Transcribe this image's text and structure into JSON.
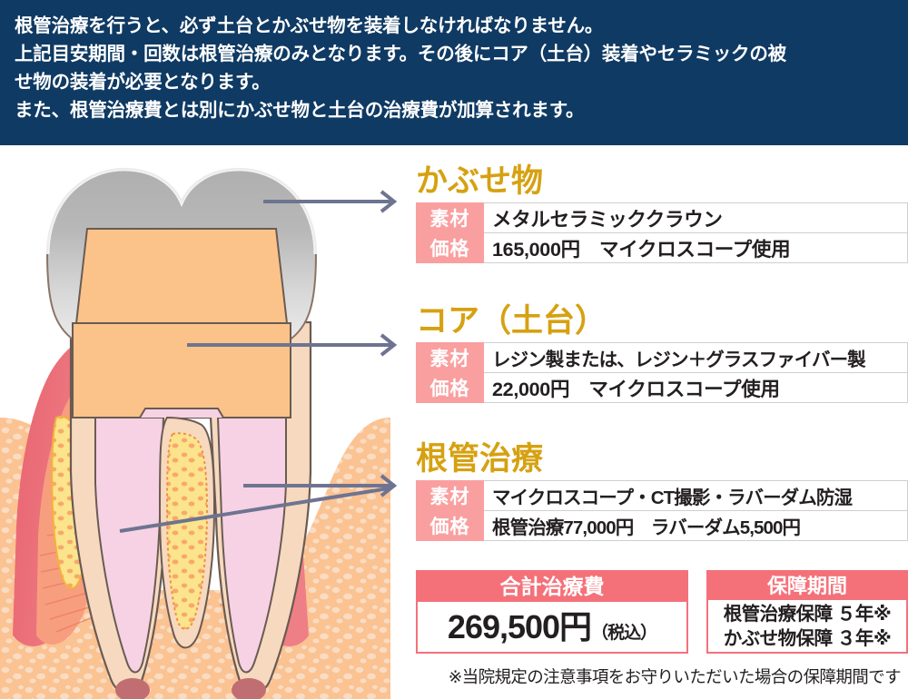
{
  "header": {
    "lines": [
      "根管治療を行うと、必ず土台とかぶせ物を装着しなければなりません。",
      "上記目安期間・回数は根管治療のみとなります。その後にコア（土台）装着やセラミックの被",
      "せ物の装着が必要となります。",
      "また、根管治療費とは別にかぶせ物と土台の治療費が加算されます。"
    ],
    "background_color": "#0F3A63",
    "text_color": "#FFFFFF"
  },
  "accent_colors": {
    "heading_gold": "#D6A111",
    "label_pink": "#F99FA0",
    "box_coral": "#F4717A",
    "arrow_gray": "#6E7490"
  },
  "sections": [
    {
      "title": "かぶせ物",
      "rows": [
        {
          "label": "素材",
          "value": "メタルセラミッククラウン"
        },
        {
          "label": "価格",
          "value": "165,000円　マイクロスコープ使用"
        }
      ]
    },
    {
      "title": "コア（土台）",
      "rows": [
        {
          "label": "素材",
          "value": "レジン製または、レジン＋グラスファイバー製"
        },
        {
          "label": "価格",
          "value": "22,000円　マイクロスコープ使用"
        }
      ]
    },
    {
      "title": "根管治療",
      "rows": [
        {
          "label": "素材",
          "value": "マイクロスコープ・CT撮影・ラバーダム防湿"
        },
        {
          "label": "価格",
          "value": "根管治療77,000円　ラバーダム5,500円"
        }
      ]
    }
  ],
  "total_box": {
    "header": "合計治療費",
    "amount": "269,500円",
    "tax_note": "（税込）"
  },
  "warranty_box": {
    "header": "保障期間",
    "lines": [
      "根管治療保障 ５年※",
      "かぶせ物保障 ３年※"
    ]
  },
  "footnote": "※当院規定の注意事項をお守りいただいた場合の保障期間です",
  "illustration": {
    "name": "tooth-cross-section-diagram",
    "parts": [
      "metal-ceramic-crown",
      "resin-core",
      "gum-tissue",
      "alveolar-bone",
      "root-canal",
      "periapical-lesion"
    ],
    "arrows": 3
  }
}
